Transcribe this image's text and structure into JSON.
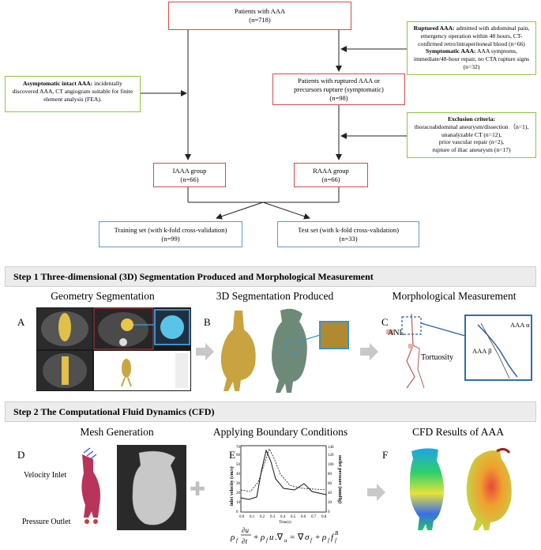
{
  "flowchart": {
    "patients": {
      "line1": "Patients with AAA",
      "line2": "(n=718)"
    },
    "ruptured_note": {
      "title1": "Ruptured AAA:",
      "text1": " admitted with abdominal pain, emergency operation within 48 hours, CT-confirmed retro/intraperitoneal blood (n=66)",
      "title2": "Symptomatic AAA:",
      "text2": " AAA symptoms, immediate/48-hour repair, no CTA rupture signs (n=32)"
    },
    "asymptomatic_note": {
      "title": "Asymptomatic intact AAA:",
      "text": " incidentally discovered AAA, CT angiogram suitable for finite element analysis (FEA)."
    },
    "ruptured_box": {
      "line1": "Patients with ruptured AAA or",
      "line2": "precursors rupture (symptomatic)",
      "line3": "(n=98)"
    },
    "exclusion": {
      "title": "Exclusion criteria:",
      "items": [
        "thoracoabdominal aneurysm/dissection （n=1),",
        "unanalyzable CT (n=12),",
        "prior vascular repair (n=2),",
        "rupture of iliac aneurysm (n=17)"
      ]
    },
    "iaaa": {
      "line1": "IAAA group",
      "line2": "(n=66)"
    },
    "raaa": {
      "line1": "RAAA group",
      "line2": "(n=66)"
    },
    "training": {
      "line1": "Training set (with k-fold cross-validation)",
      "line2": "(n=99)"
    },
    "test": {
      "line1": "Test set (with k-fold cross-validation)",
      "line2": "(n=33)"
    }
  },
  "step1": {
    "banner": "Step 1 Three-dimensional (3D) Segmentation Produced and Morphological Measurement",
    "geometry": {
      "letter": "A",
      "title": "Geometry Segmentation"
    },
    "produced": {
      "letter": "B",
      "title": "3D Segmentation Produced"
    },
    "morph": {
      "letter": "C",
      "title": "Morphological Measurement",
      "anl": "ANL",
      "tortuosity": "Tortuosity",
      "alpha": "AAA α",
      "beta": "AAA β"
    }
  },
  "step2": {
    "banner": "Step 2 The Computational Fluid Dynamics (CFD)",
    "mesh": {
      "letter": "D",
      "title": "Mesh Generation",
      "inlet": "Velocity Inlet",
      "outlet": "Pressure Outlet"
    },
    "boundary": {
      "letter": "E",
      "title": "Applying Boundary Conditions",
      "ylabel": "inlet velocity (cm/s)",
      "y2label": "outlet pressure (mmHg)",
      "xlabel": "Time(s)",
      "yticks": [
        "0",
        "10",
        "20",
        "30",
        "40",
        "50",
        "60",
        "70"
      ],
      "y2ticks": [
        "0",
        "20",
        "40",
        "60",
        "80",
        "100",
        "120",
        "140"
      ],
      "xticks": [
        "0.0",
        "0.1",
        "0.2",
        "0.3",
        "0.4",
        "0.5",
        "0.6",
        "0.7",
        "0.8"
      ]
    },
    "results": {
      "letter": "F",
      "title": "CFD Results of AAA"
    }
  },
  "colors": {
    "red": "#d9484b",
    "blue": "#5b9bd5",
    "green": "#8cc63f",
    "banner": "#ececec"
  }
}
